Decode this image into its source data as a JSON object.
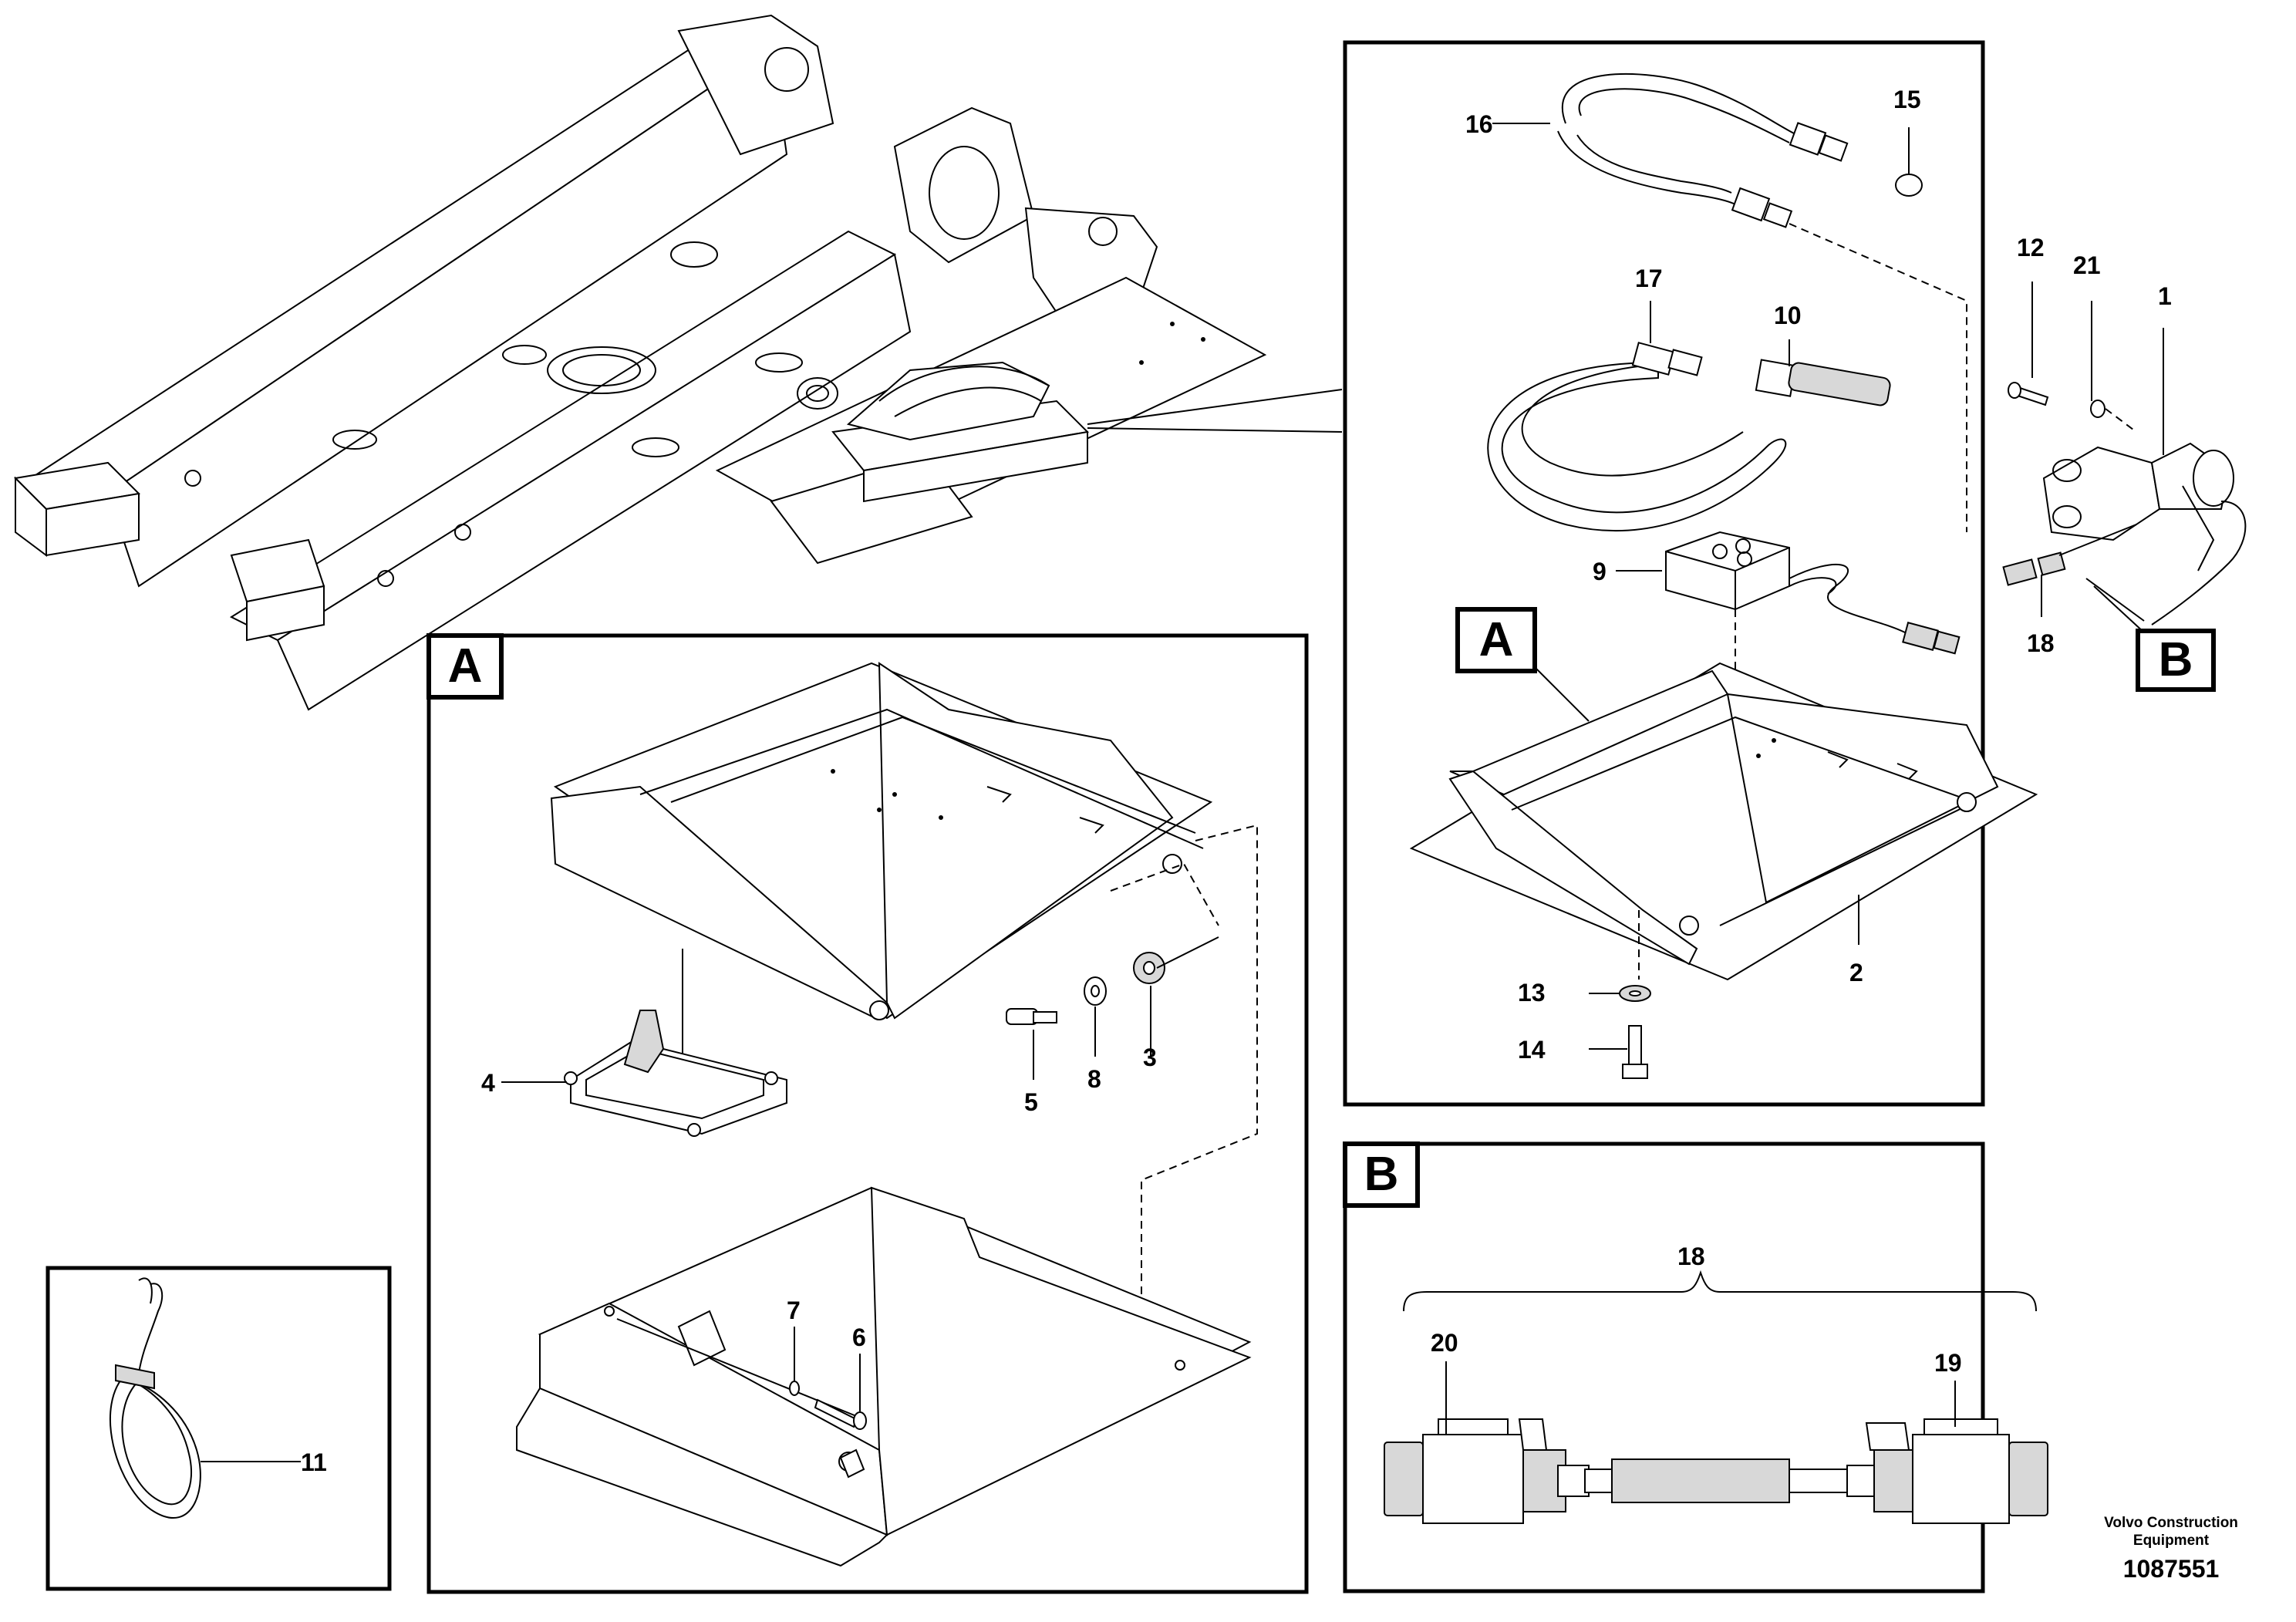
{
  "callouts": {
    "c1": "1",
    "c2": "2",
    "c3": "3",
    "c4": "4",
    "c5": "5",
    "c6": "6",
    "c7": "7",
    "c8": "8",
    "c9": "9",
    "c10": "10",
    "c11": "11",
    "c12": "12",
    "c13": "13",
    "c14": "14",
    "c15": "15",
    "c16": "16",
    "c17": "17",
    "c18": "18",
    "c18b": "18",
    "c19": "19",
    "c20": "20",
    "c21": "21"
  },
  "detail_views": {
    "A": "A",
    "B": "B"
  },
  "footer": {
    "brand_line1": "Volvo Construction",
    "brand_line2": "Equipment",
    "document_number": "1087551"
  }
}
